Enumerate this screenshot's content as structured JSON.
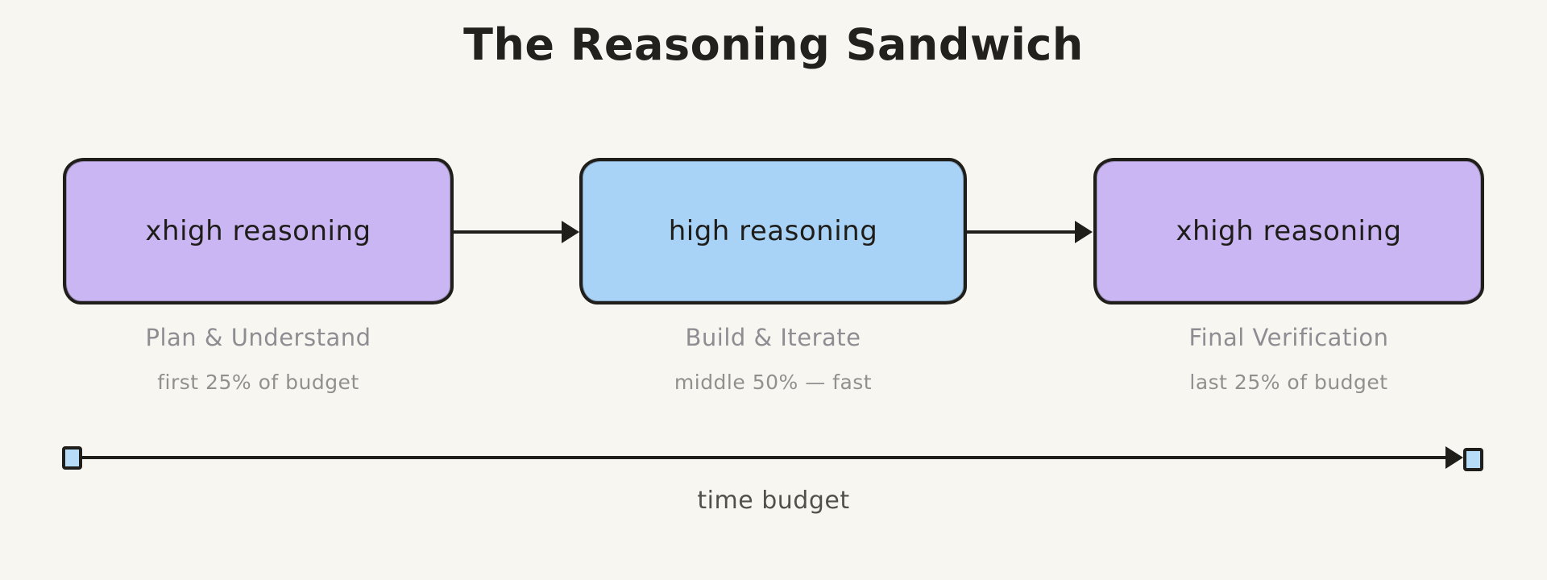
{
  "title": "The Reasoning Sandwich",
  "stages": [
    {
      "box_label": "xhigh reasoning",
      "phase": "Plan & Understand",
      "budget": "first 25% of budget",
      "fill_color": "#c9b6f2",
      "echo_color": "#b49cf0"
    },
    {
      "box_label": "high reasoning",
      "phase": "Build & Iterate",
      "budget": "middle 50% — fast",
      "fill_color": "#a8d3f6",
      "echo_color": "#8cc7f3"
    },
    {
      "box_label": "xhigh reasoning",
      "phase": "Final Verification",
      "budget": "last 25% of budget",
      "fill_color": "#c9b6f2",
      "echo_color": "#b49cf0"
    }
  ],
  "timeline": {
    "label": "time budget",
    "endpoint_fill": "#b7dcf8"
  },
  "colors": {
    "background": "#f8f6f1",
    "stroke": "#1f1e1b",
    "title_text": "#23211d",
    "box_text": "#1f1d1a",
    "phase_text": "#8d8d92",
    "budget_text": "#90908e",
    "timeline_text": "#52504a"
  }
}
